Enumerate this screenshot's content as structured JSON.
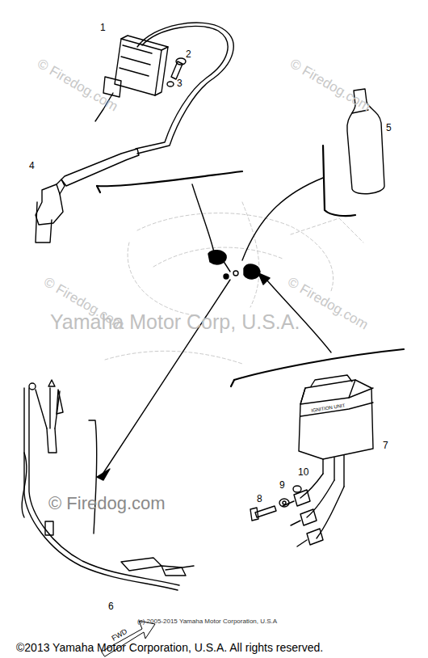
{
  "diagram": {
    "labels": [
      "1",
      "2",
      "3",
      "4",
      "5",
      "6",
      "7",
      "8",
      "9",
      "10",
      "FWD",
      "IGNITION UNIT",
      "© Firedog.com",
      "© Firedog.com",
      "© Firedog.com",
      "© Firedog.com",
      "© Firedog.com",
      "Yamaha Motor Corp, U.S.A.",
      "(c) 2005-2015 Yamaha Motor Corporation, U.S.A",
      "©2013 Yamaha Motor Corporation, U.S.A. All rights reserved."
    ]
  }
}
